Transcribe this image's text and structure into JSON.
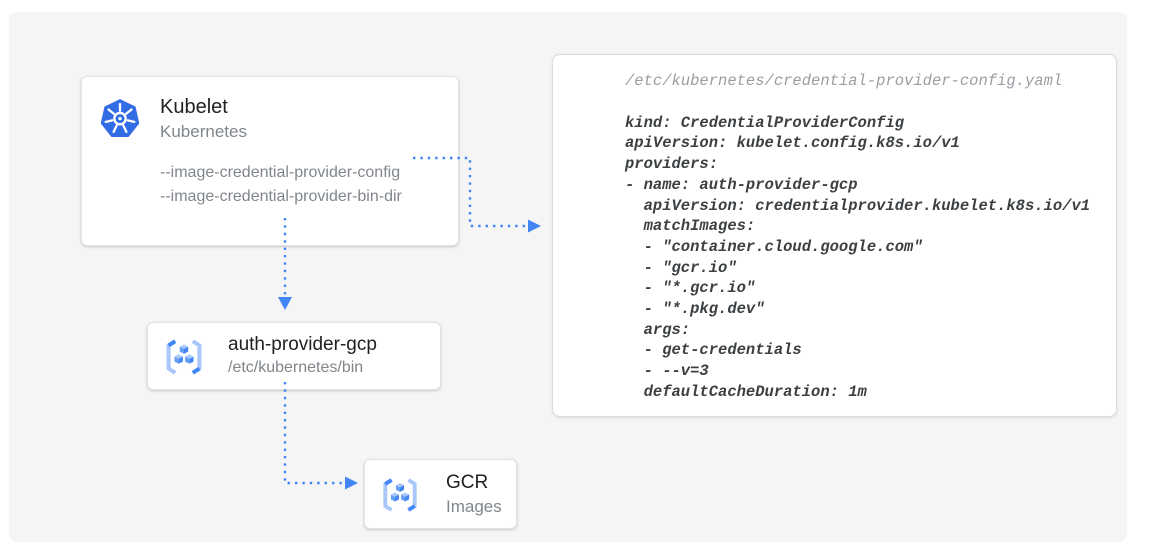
{
  "diagram": {
    "nodes": {
      "kubelet": {
        "title": "Kubelet",
        "subtitle": "Kubernetes",
        "flags": [
          "--image-credential-provider-config",
          "--image-credential-provider-bin-dir"
        ],
        "icon": "kubernetes-icon"
      },
      "auth_provider": {
        "title": "auth-provider-gcp",
        "subtitle": "/etc/kubernetes/bin",
        "icon": "gcr-icon"
      },
      "gcr": {
        "title": "GCR",
        "subtitle": "Images",
        "icon": "gcr-icon"
      }
    },
    "code_panel": {
      "file_path": "/etc/kubernetes/credential-provider-config.yaml",
      "yaml": "kind: CredentialProviderConfig\napiVersion: kubelet.config.k8s.io/v1\nproviders:\n- name: auth-provider-gcp\n  apiVersion: credentialprovider.kubelet.k8s.io/v1\n  matchImages:\n  - \"container.cloud.google.com\"\n  - \"gcr.io\"\n  - \"*.gcr.io\"\n  - \"*.pkg.dev\"\n  args:\n  - get-credentials\n  - --v=3\n  defaultCacheDuration: 1m"
    },
    "colors": {
      "connector_blue": "#4285f4",
      "kubernetes_blue": "#326ce5",
      "gcr_icon_light_blue": "#a8c7fa",
      "gcr_icon_mid_blue": "#669df6",
      "title_text": "#212121",
      "secondary_text": "#80868b",
      "code_text": "#3c4043",
      "code_path_text": "#9a9ea3",
      "canvas_background": "#f5f5f5"
    }
  }
}
